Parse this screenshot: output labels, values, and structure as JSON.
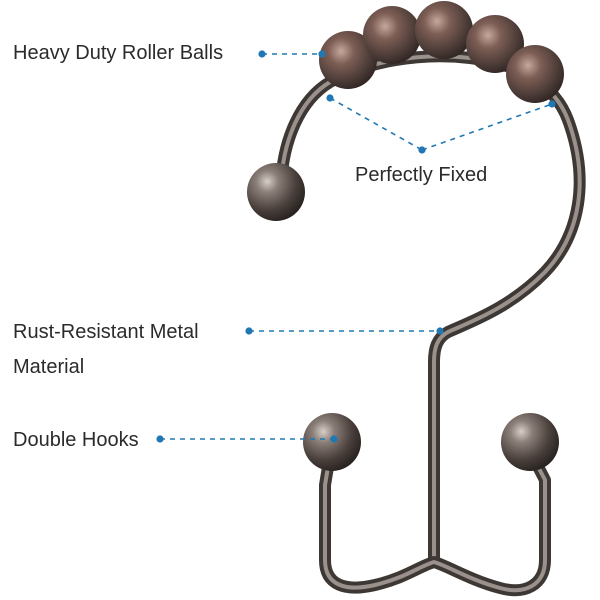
{
  "labels": {
    "roller_balls": "Heavy Duty Roller Balls",
    "fixed": "Perfectly Fixed",
    "rust_line1": "Rust-Resistant Metal",
    "rust_line2": "Material",
    "double_hooks": "Double Hooks"
  },
  "colors": {
    "callout": "#1f78b4",
    "metal_dark": "#3a3533",
    "metal_mid": "#6f6560",
    "metal_light": "#c9c0bb",
    "text": "#2b2b2b"
  }
}
